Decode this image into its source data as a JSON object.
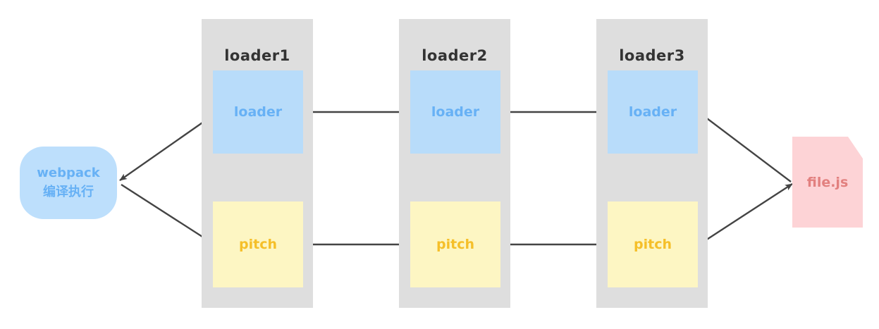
{
  "diagram": {
    "title": "webpack loader / pitch execution flow",
    "background": "#ffffff",
    "colors": {
      "lane": "#dedede",
      "loader_box": "#b8dcfa",
      "loader_text": "#67b1f5",
      "pitch_box": "#fdf6c3",
      "pitch_text": "#f5bf29",
      "webpack_box": "#bddffc",
      "webpack_text": "#67b1f5",
      "file_box": "#fdd3d6",
      "file_text": "#e2807f",
      "arrow": "#444444",
      "lane_title_text": "#333333"
    }
  },
  "webpack_node": {
    "line1": "webpack",
    "line2": "编译执行"
  },
  "file_node": {
    "label": "file.js"
  },
  "lanes": [
    {
      "title": "loader1",
      "loader_label": "loader",
      "pitch_label": "pitch"
    },
    {
      "title": "loader2",
      "loader_label": "loader",
      "pitch_label": "pitch"
    },
    {
      "title": "loader3",
      "loader_label": "loader",
      "pitch_label": "pitch"
    }
  ],
  "edges": [
    {
      "name": "webpack-to-pitch1",
      "from": "webpack",
      "to": "loader1-pitch",
      "direction": "right-down"
    },
    {
      "name": "pitch1-to-pitch2",
      "from": "loader1-pitch",
      "to": "loader2-pitch",
      "direction": "right"
    },
    {
      "name": "pitch2-to-pitch3",
      "from": "loader2-pitch",
      "to": "loader3-pitch",
      "direction": "right"
    },
    {
      "name": "pitch3-to-file",
      "from": "loader3-pitch",
      "to": "file.js",
      "direction": "right-up"
    },
    {
      "name": "file-to-loader3",
      "from": "file.js",
      "to": "loader3-loader",
      "direction": "left-up"
    },
    {
      "name": "loader3-to-loader2",
      "from": "loader3-loader",
      "to": "loader2-loader",
      "direction": "left"
    },
    {
      "name": "loader2-to-loader1",
      "from": "loader2-loader",
      "to": "loader1-loader",
      "direction": "left"
    },
    {
      "name": "loader1-to-webpack",
      "from": "loader1-loader",
      "to": "webpack",
      "direction": "left-down"
    }
  ]
}
